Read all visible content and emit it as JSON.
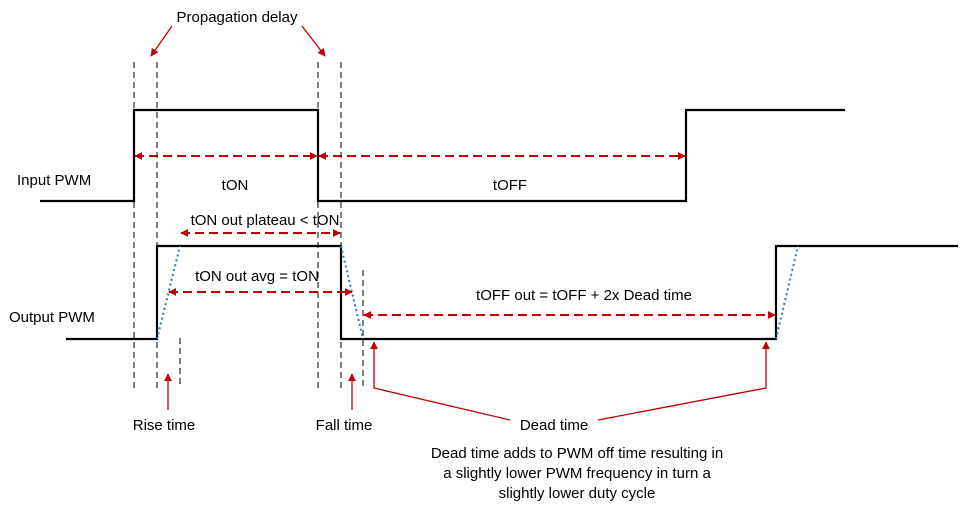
{
  "labels": {
    "propagation_delay": "Propagation delay",
    "input_pwm": "Input PWM",
    "output_pwm": "Output PWM",
    "t_on": "tON",
    "t_off": "tOFF",
    "t_on_plateau": "tON out plateau < tON",
    "t_on_avg": "tON out avg = tON",
    "t_off_out": "tOFF out = tOFF + 2x Dead time",
    "rise_time": "Rise time",
    "fall_time": "Fall time",
    "dead_time": "Dead time",
    "note_line1": "Dead time adds to PWM off time resulting in",
    "note_line2": "a slightly lower PWM frequency in turn a",
    "note_line3": "slightly lower duty cycle"
  },
  "colors": {
    "signal": "#000000",
    "guide": "#000000",
    "dimension": "#c00000",
    "slope": "#2e75b6"
  }
}
